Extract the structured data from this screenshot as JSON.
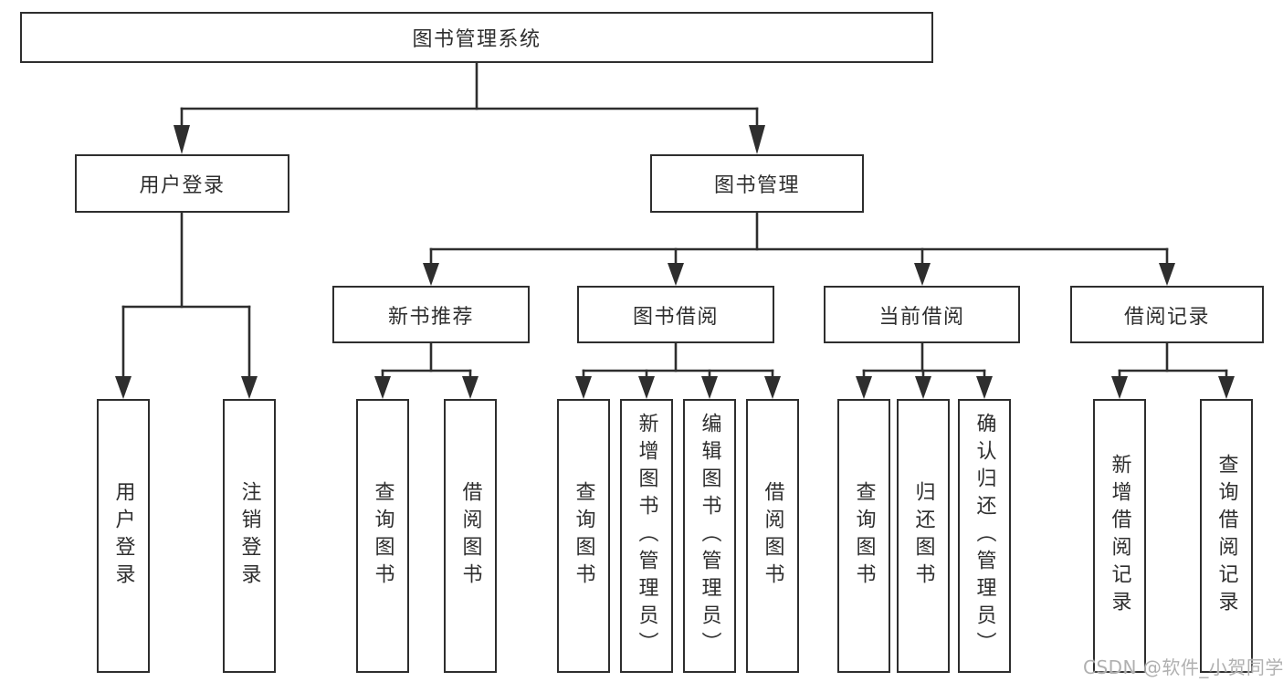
{
  "tree": {
    "root": {
      "label": "图书管理系统"
    },
    "branches": [
      {
        "label": "用户登录",
        "children": [
          "用户登录",
          "注销登录"
        ]
      },
      {
        "label": "图书管理",
        "groups": [
          {
            "label": "新书推荐",
            "children": [
              "查询图书",
              "借阅图书"
            ]
          },
          {
            "label": "图书借阅",
            "children": [
              "查询图书",
              "新增图书（管理员）",
              "编辑图书（管理员）",
              "借阅图书"
            ]
          },
          {
            "label": "当前借阅",
            "children": [
              "查询图书",
              "归还图书",
              "确认归还（管理员）"
            ]
          },
          {
            "label": "借阅记录",
            "children": [
              "新增借阅记录",
              "查询借阅记录"
            ]
          }
        ]
      }
    ]
  },
  "watermark": {
    "text": "CSDN @软件_小贺同学",
    "color": "#b0b0b0"
  },
  "colors": {
    "line": "#2e2e2e",
    "box_border": "#2e2e2e",
    "box_background": "#ffffff",
    "text": "#2e2e2e",
    "page_background": "#ffffff"
  }
}
